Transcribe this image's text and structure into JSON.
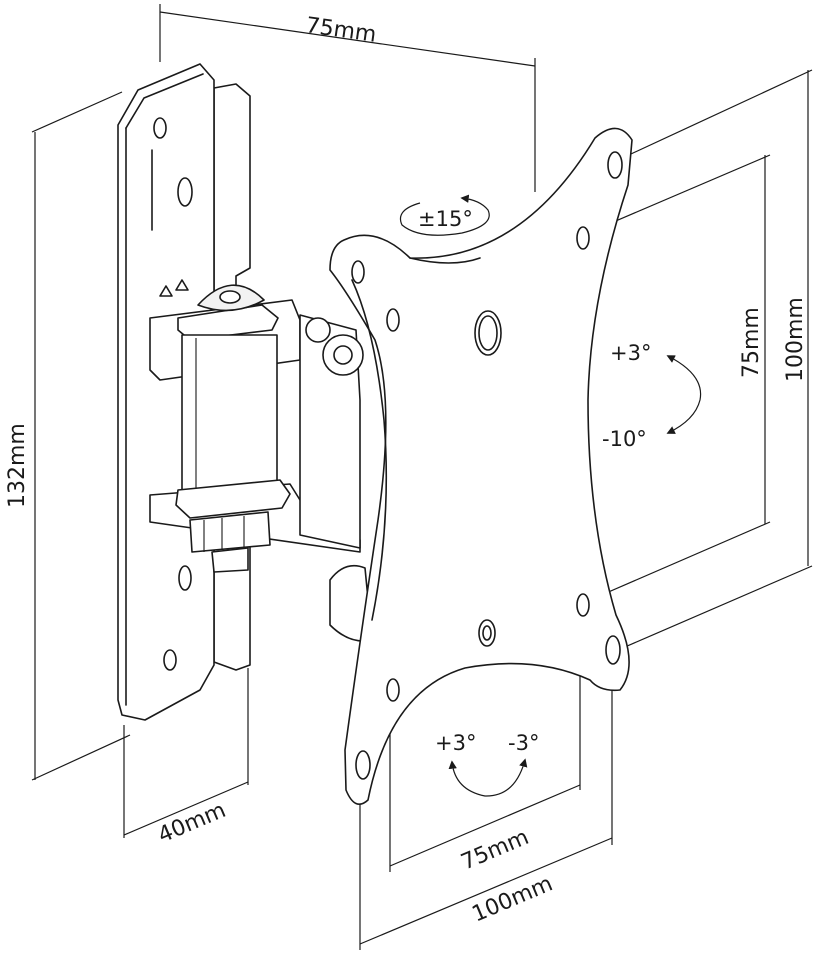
{
  "dimensions": {
    "top_width": "75mm",
    "left_height": "132mm",
    "bracket_depth": "40mm",
    "vesa_inner_vertical": "75mm",
    "vesa_outer_vertical": "100mm",
    "vesa_inner_horizontal": "75mm",
    "vesa_outer_horizontal": "100mm"
  },
  "rotation": {
    "swivel": "±15°",
    "tilt_up": "+3°",
    "tilt_down": "-10°",
    "level_left": "+3°",
    "level_right": "-3°"
  }
}
